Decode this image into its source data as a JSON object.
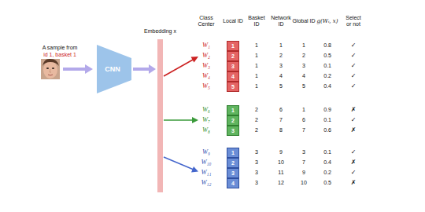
{
  "diagram": {
    "nodes": [
      {
        "text": [
          "CNN"
        ]
      },
      {
        "text": [
          "Embedding x"
        ]
      },
      {
        "text": [
          "1"
        ]
      },
      {
        "text": [
          "2"
        ]
      },
      {
        "text": [
          "3"
        ]
      },
      {
        "text": [
          "4"
        ]
      },
      {
        "text": [
          "5"
        ]
      },
      {
        "text": [
          "1"
        ]
      },
      {
        "text": [
          "2"
        ]
      },
      {
        "text": [
          "3"
        ]
      },
      {
        "text": [
          "1"
        ]
      },
      {
        "text": [
          "2"
        ]
      },
      {
        "text": [
          "3"
        ]
      },
      {
        "text": [
          "4"
        ]
      }
    ],
    "edges": [
      {
        "from": 0,
        "to": 1,
        "arrow": "to"
      }
    ],
    "labels": [
      "A sample from",
      "id 1, basket 1",
      "Class Center",
      "Local ID",
      "Basket ID",
      "Network ID",
      "Global ID",
      "g(Wᵢ, x)",
      "Select or not",
      "W₁",
      "1",
      "1",
      "1",
      "0.8",
      "✓",
      "W₂",
      "1",
      "2",
      "2",
      "0.5",
      "✓",
      "W₃",
      "1",
      "3",
      "3",
      "0.1",
      "✓",
      "W₄",
      "1",
      "4",
      "4",
      "0.2",
      "✓",
      "W₅",
      "1",
      "5",
      "5",
      "0.4",
      "✓",
      "W₆",
      "2",
      "6",
      "1",
      "0.9",
      "✗",
      "W₇",
      "2",
      "7",
      "6",
      "0.1",
      "✓",
      "W₈",
      "2",
      "8",
      "7",
      "0.6",
      "✗",
      "W₉",
      "3",
      "9",
      "3",
      "0.1",
      "✓",
      "W₁₀",
      "3",
      "10",
      "7",
      "0.4",
      "✗",
      "W₁₁",
      "3",
      "11",
      "9",
      "0.2",
      "✓",
      "W₁₂",
      "3",
      "12",
      "10",
      "0.5",
      "✗"
    ]
  }
}
